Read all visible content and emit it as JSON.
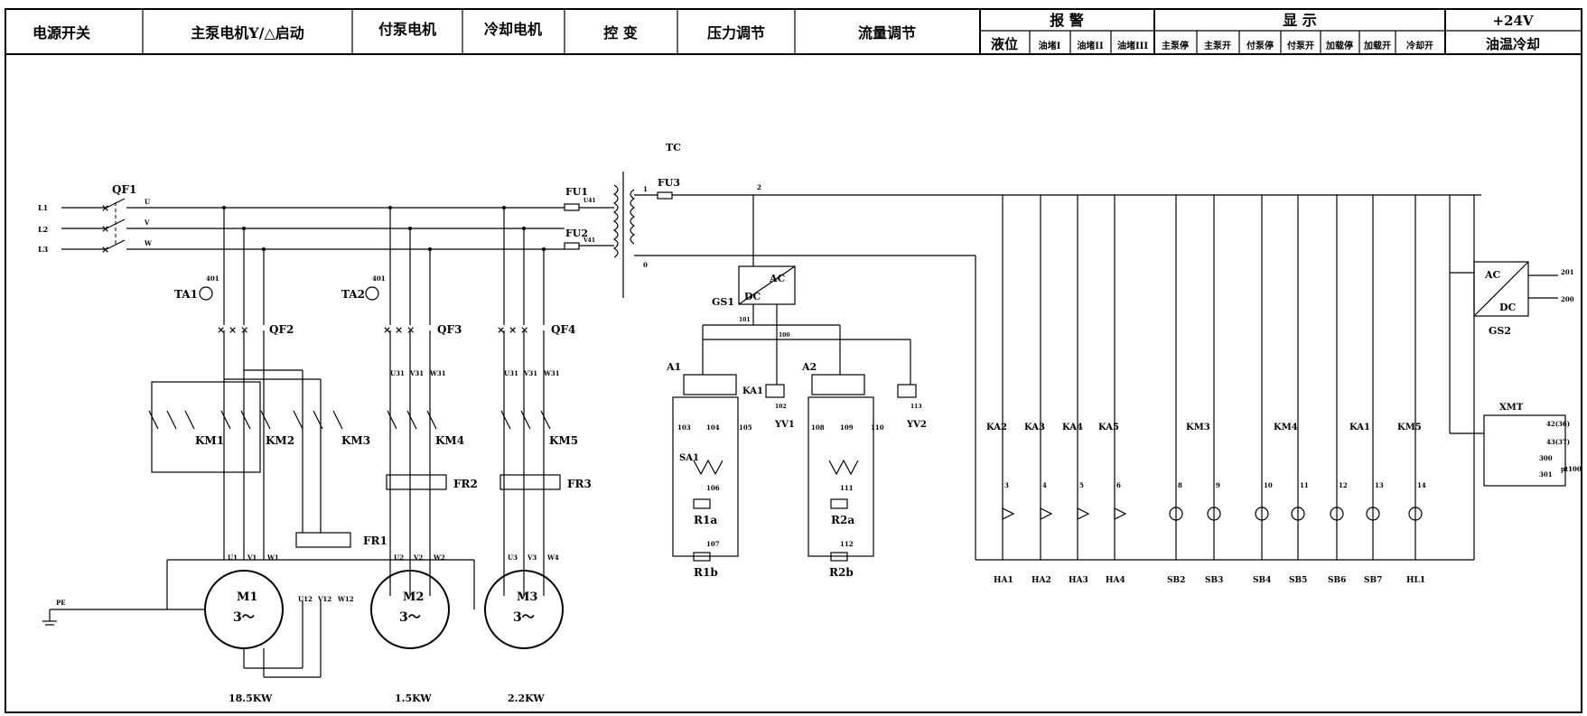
{
  "header": {
    "cells": [
      {
        "id": "power",
        "label": "电源开关"
      },
      {
        "id": "main-pump",
        "label": "主泵电机Y/△启动"
      },
      {
        "id": "aux-pump",
        "label": "付泵电机"
      },
      {
        "id": "cool-motor",
        "label": "冷却电机"
      },
      {
        "id": "ctrl-xfmr",
        "label": "控 变"
      },
      {
        "id": "pressure",
        "label": "压力调节"
      },
      {
        "id": "flow",
        "label": "流量调节"
      }
    ],
    "alarm": {
      "title": "报 警",
      "subs": [
        "液位",
        "油堵I",
        "油堵II",
        "油堵III"
      ]
    },
    "display": {
      "title": "显 示",
      "subs": [
        "主泵停",
        "主泵开",
        "付泵停",
        "付泵开",
        "加载停",
        "加载开",
        "冷却开"
      ]
    },
    "power24": {
      "title": "+24V",
      "sub": "油温冷却"
    }
  },
  "labels": {
    "L1": "L1",
    "L2": "L2",
    "L3": "L3",
    "QF1": "QF1",
    "U": "U",
    "V": "V",
    "W": "W",
    "TA1": "TA1",
    "TA2": "TA2",
    "n401a": "401",
    "n401b": "401",
    "QF2": "QF2",
    "QF3": "QF3",
    "QF4": "QF4",
    "KM1": "KM1",
    "KM2": "KM2",
    "KM3": "KM3",
    "KM4": "KM4",
    "KM5": "KM5",
    "FR1": "FR1",
    "FR2": "FR2",
    "FR3": "FR3",
    "U31a": "U31",
    "V31a": "V31",
    "W31a": "W31",
    "U31b": "U31",
    "V31b": "V31",
    "W31b": "W31",
    "U1": "U1",
    "V1": "V1",
    "W1": "W1",
    "U2": "U2",
    "V2": "V2",
    "W2": "W2",
    "U3": "U3",
    "V3": "V3",
    "W3": "W4",
    "U12": "U12",
    "V12": "V12",
    "W12": "W12",
    "M1": "M1",
    "M2": "M2",
    "M3": "M3",
    "ph1": "3～",
    "ph2": "3～",
    "ph3": "3～",
    "P1": "18.5KW",
    "P2": "1.5KW",
    "P3": "2.2KW",
    "PE": "PE",
    "TC": "TC",
    "FU1": "FU1",
    "FU2": "FU2",
    "FU3": "FU3",
    "U41": "U41",
    "V41": "V41",
    "n1": "1",
    "n2": "2",
    "n0": "0",
    "AC1": "AC",
    "DC1": "DC",
    "GS1": "GS1",
    "n101": "101",
    "n100": "100",
    "A1": "A1",
    "A2": "A2",
    "KA1c": "KA1",
    "YV1": "YV1",
    "YV2": "YV2",
    "n102": "102",
    "n113": "113",
    "n103": "103",
    "n104": "104",
    "n105": "105",
    "n108": "108",
    "n109": "109",
    "n110": "110",
    "SA1": "SA1",
    "n106": "106",
    "n107": "107",
    "n111": "111",
    "n112": "112",
    "R1a": "R1a",
    "R1b": "R1b",
    "R2a": "R2a",
    "R2b": "R2b",
    "AC2": "AC",
    "DC2": "DC",
    "GS2": "GS2",
    "n201": "201",
    "n200": "200",
    "XMT": "XMT",
    "t42": "42(36)",
    "t43": "43(37)",
    "n300": "300",
    "n301": "301",
    "pt100": "pt100"
  },
  "bottom_row": [
    "HA1",
    "HA2",
    "HA3",
    "HA4",
    "SB2",
    "SB3",
    "SB4",
    "SB5",
    "SB6",
    "SB7",
    "HL1"
  ],
  "contacts_row": [
    "KA2",
    "KA3",
    "KA4",
    "KA5",
    "KM3",
    "KM4",
    "KA1",
    "KM5"
  ],
  "node_numbers": [
    "3",
    "4",
    "5",
    "6",
    "8",
    "9",
    "10",
    "11",
    "12",
    "13",
    "14"
  ]
}
